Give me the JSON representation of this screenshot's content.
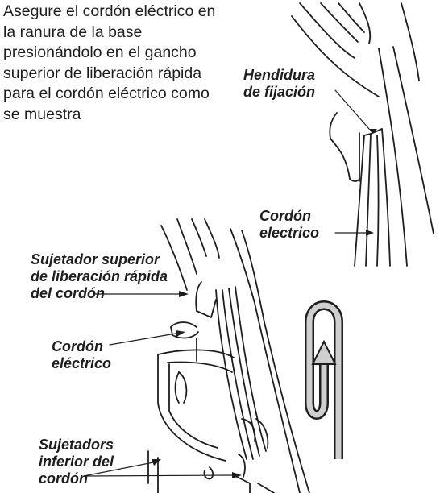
{
  "instruction_text": "Asegure el cordón eléctrico en la ranura de la base presionándolo en el gancho superior de liberación rápida para el cordón eléctrico como se muestra",
  "callouts": {
    "hendidura": [
      "Hendidura",
      "de fijación"
    ],
    "cordon_top": [
      "Cordón",
      "electrico"
    ],
    "sujetador_superior": [
      "Sujetador superior",
      "de liberación rápida",
      "del cordón"
    ],
    "cordon_mid": [
      "Cordón",
      "eléctrico"
    ],
    "sujetadors_inferior": [
      "Sujetadors",
      "inferior del",
      "cordón"
    ]
  }
}
